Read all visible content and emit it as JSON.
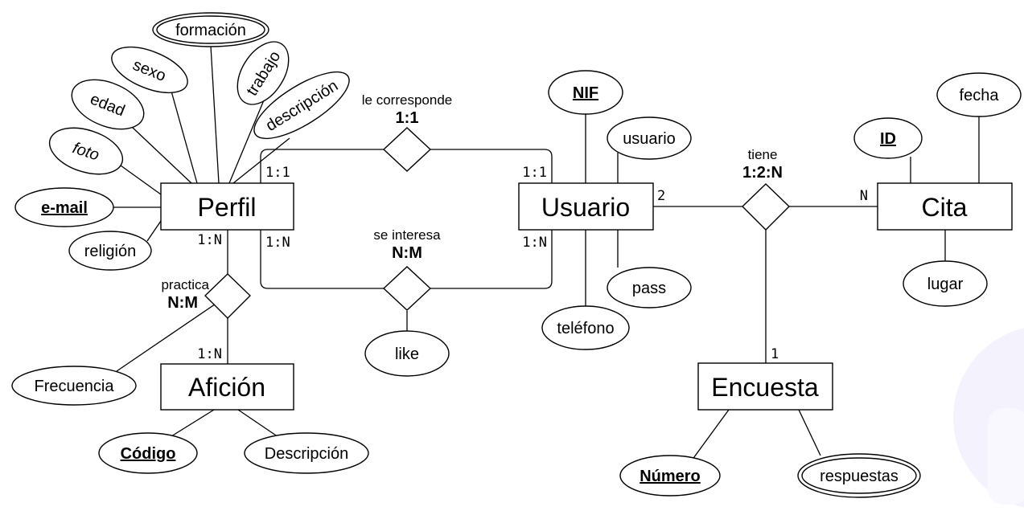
{
  "entities": {
    "perfil": "Perfil",
    "usuario": "Usuario",
    "cita": "Cita",
    "aficion": "Afición",
    "encuesta": "Encuesta"
  },
  "attributes": {
    "formacion": "formación",
    "sexo": "sexo",
    "trabajo": "trabajo",
    "edad": "edad",
    "descripcion_perfil": "descripción",
    "foto": "foto",
    "email": "e-mail",
    "religion": "religión",
    "frecuencia": "Frecuencia",
    "codigo": "Código",
    "descripcion_aficion": "Descripción",
    "like": "like",
    "nif": "NIF",
    "usuario": "usuario",
    "pass": "pass",
    "telefono": "teléfono",
    "id": "ID",
    "fecha": "fecha",
    "lugar": "lugar",
    "numero": "Número",
    "respuestas": "respuestas"
  },
  "relationships": {
    "le_corresponde": {
      "name": "le corresponde",
      "cardinality": "1:1",
      "left": "1:1",
      "right": "1:1"
    },
    "se_interesa": {
      "name": "se interesa",
      "cardinality": "N:M",
      "left": "1:N",
      "right": "1:N"
    },
    "practica": {
      "name": "practica",
      "cardinality": "N:M",
      "top": "1:N",
      "bottom": "1:N"
    },
    "tiene": {
      "name": "tiene",
      "cardinality": "1:2:N",
      "usuario": "2",
      "cita": "N",
      "encuesta": "1"
    }
  }
}
